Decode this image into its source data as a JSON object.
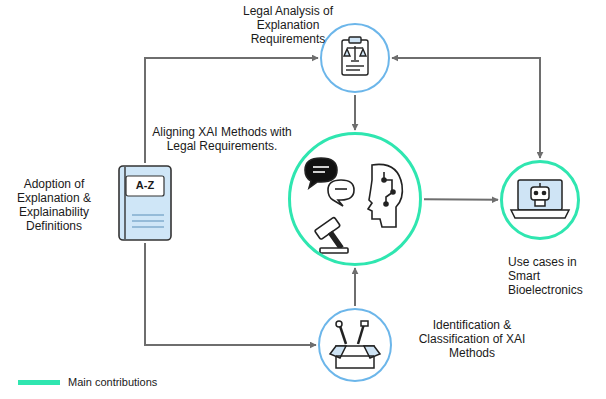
{
  "diagram": {
    "nodes": [
      {
        "text": [
          "Legal Analysis of Explanation Requirements"
        ]
      },
      {
        "text": [
          "A-Z",
          "Adoption of Explanation & Explainability Definitions"
        ]
      },
      {
        "text": [
          "Aligning XAI Methods with Legal Requirements."
        ]
      },
      {
        "text": [
          "Use cases in Smart Bioelectronics"
        ]
      },
      {
        "text": [
          "Identification & Classification of XAI Methods"
        ]
      }
    ],
    "edges": [
      {
        "from": 1,
        "to": 0,
        "arrow": "to"
      },
      {
        "from": 1,
        "to": 4,
        "arrow": "to"
      },
      {
        "from": 0,
        "to": 2,
        "arrow": "to"
      },
      {
        "from": 4,
        "to": 2,
        "arrow": "to"
      },
      {
        "from": 2,
        "to": 3,
        "arrow": "to"
      },
      {
        "from": 0,
        "to": 3,
        "arrow": "both"
      }
    ],
    "legend": [
      {
        "text": "Main contributions",
        "color": "#2fe6b0"
      }
    ]
  }
}
